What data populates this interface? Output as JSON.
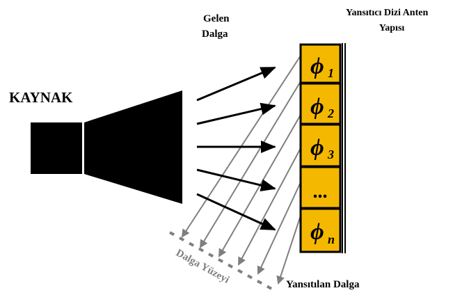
{
  "labels": {
    "source": "KAYNAK",
    "incident_line1": "Gelen",
    "incident_line2": "Dalga",
    "array_line1": "Yansıtıcı Dizi Anten",
    "array_line2": "Yapısı",
    "wavefront": "Dalga Yüzeyi",
    "reflected": "Yansıtılan Dalga"
  },
  "cells": [
    {
      "symbol": "ϕ",
      "sub": "1"
    },
    {
      "symbol": "ϕ",
      "sub": "2"
    },
    {
      "symbol": "ϕ",
      "sub": "3"
    },
    {
      "symbol": "...",
      "sub": ""
    },
    {
      "symbol": "ϕ",
      "sub": "n"
    }
  ],
  "colors": {
    "cell_fill": "#F5B800",
    "outline": "#000000",
    "reflected_line": "#7f7f7f",
    "wavefront_text": "#808080"
  }
}
